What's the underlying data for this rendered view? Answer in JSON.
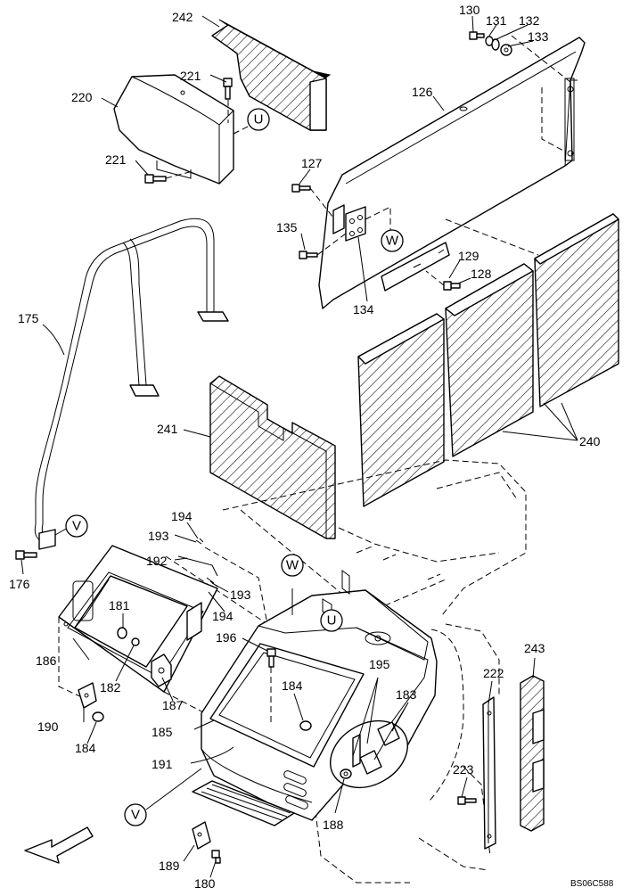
{
  "drawing": {
    "code": "BS06C588",
    "part_numbers": {
      "p242": "242",
      "p221a": "221",
      "p220": "220",
      "p221b": "221",
      "p130": "130",
      "p131": "131",
      "p132": "132",
      "p133": "133",
      "p126": "126",
      "p127": "127",
      "p135": "135",
      "p134": "134",
      "p129": "129",
      "p128": "128",
      "p175": "175",
      "p241": "241",
      "p240": "240",
      "p176": "176",
      "p194a": "194",
      "p193a": "193",
      "p192": "192",
      "p193b": "193",
      "p194b": "194",
      "p181": "181",
      "p186": "186",
      "p182": "182",
      "p187": "187",
      "p190": "190",
      "p184a": "184",
      "p196": "196",
      "p184b": "184",
      "p195": "195",
      "p183": "183",
      "p185": "185",
      "p191": "191",
      "p188": "188",
      "p222": "222",
      "p243": "243",
      "p223": "223",
      "p189": "189",
      "p180": "180"
    },
    "callouts": {
      "U1": "U",
      "U2": "U",
      "W1": "W",
      "W2": "W",
      "V1": "V",
      "V2": "V"
    }
  }
}
